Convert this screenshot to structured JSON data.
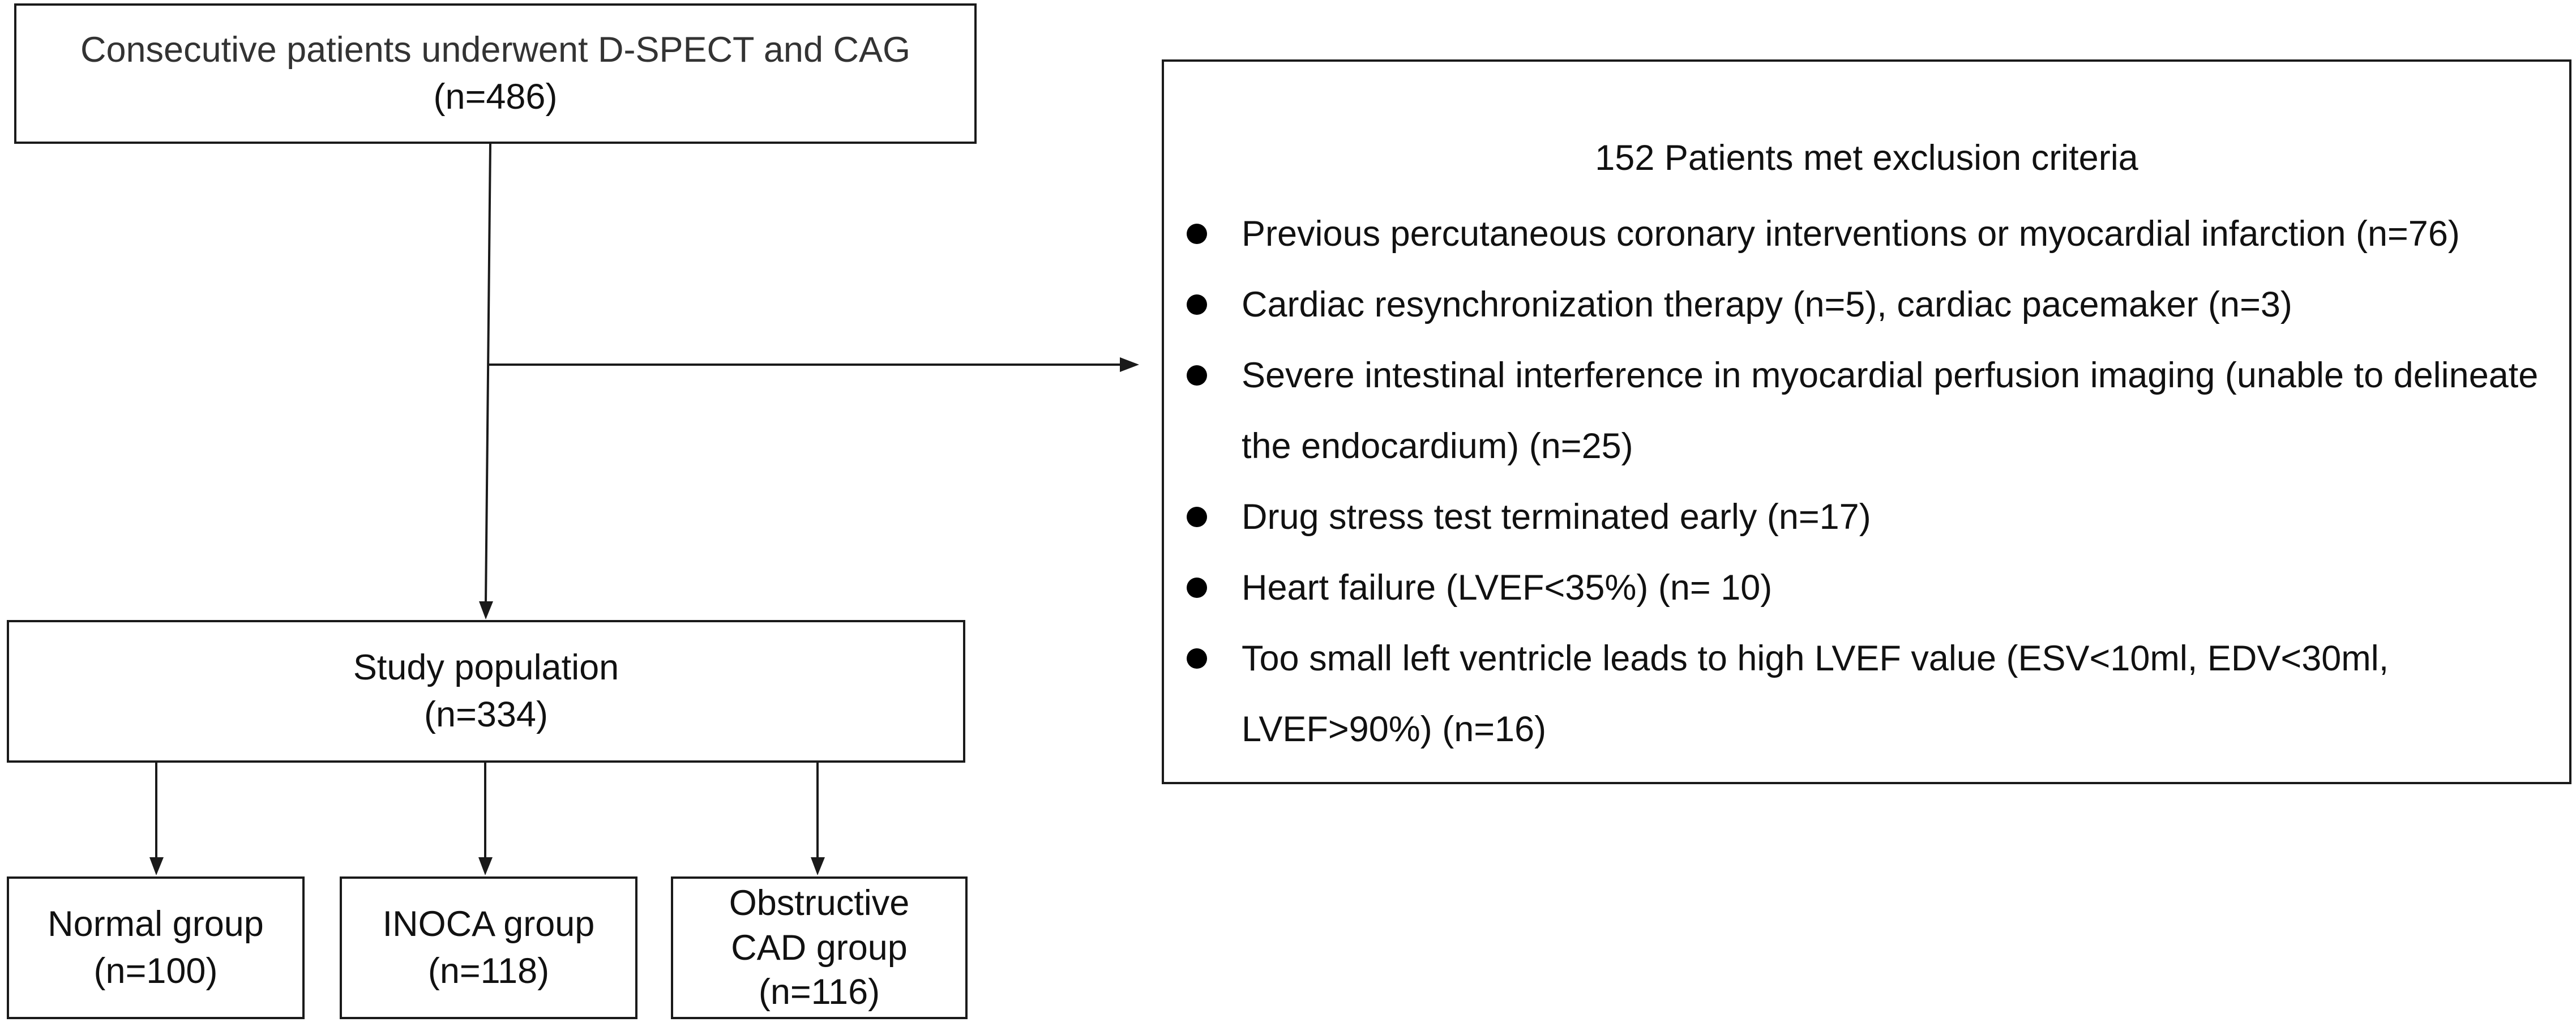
{
  "flowchart": {
    "source": {
      "line1": "Consecutive patients underwent D-SPECT and CAG",
      "line2": "(n=486)"
    },
    "exclusion": {
      "title": "152 Patients met exclusion criteria",
      "items": [
        "Previous percutaneous coronary interventions or myocardial infarction (n=76)",
        "Cardiac resynchronization therapy (n=5), cardiac pacemaker (n=3)",
        "Severe intestinal interference in myocardial perfusion imaging (unable to delineate the endocardium) (n=25)",
        "Drug stress test terminated early (n=17)",
        "Heart failure (LVEF<35%) (n= 10)",
        "Too small left ventricle leads to high LVEF value (ESV<10ml, EDV<30ml, LVEF>90%) (n=16)"
      ]
    },
    "study": {
      "line1": "Study population",
      "line2": "(n=334)"
    },
    "groups": [
      {
        "line1": "Normal group",
        "line2": "(n=100)"
      },
      {
        "line1": "INOCA group",
        "line2": "(n=118)"
      },
      {
        "line1": "Obstructive",
        "line2": "CAD group",
        "line3": "(n=116)"
      }
    ]
  },
  "colors": {
    "stroke": "#1a1a1a",
    "background": "#ffffff",
    "text": "#111111"
  }
}
